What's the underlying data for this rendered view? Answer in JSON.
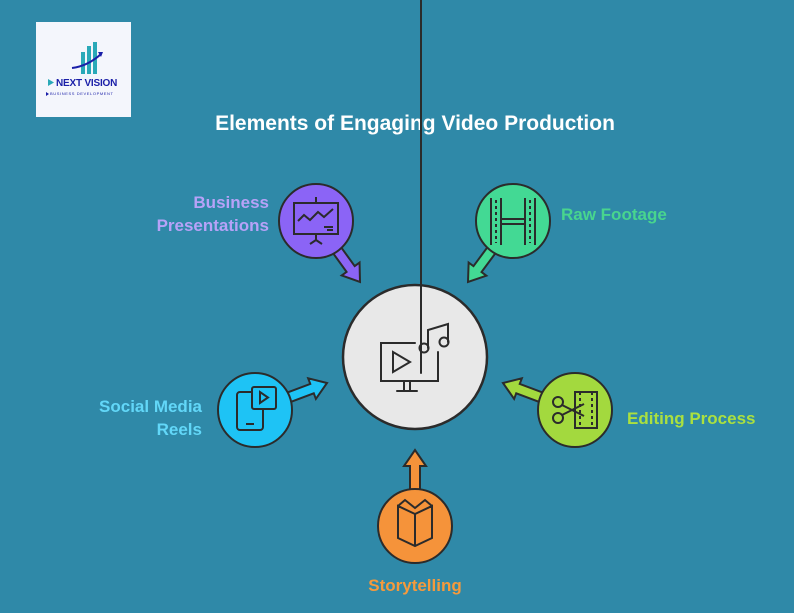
{
  "logo": {
    "name": "NEXT VISION",
    "subtitle": "BUSINESS DEVELOPMENT"
  },
  "title": "Elements of Engaging Video Production",
  "center": {
    "icon": "video-music-monitor-icon"
  },
  "elements": [
    {
      "label_lines": [
        "Business",
        "Presentations"
      ],
      "icon": "presentation-board-icon",
      "color": "#8B64F6",
      "text_color": "#B7A2F8"
    },
    {
      "label_lines": [
        "Raw Footage"
      ],
      "icon": "film-strip-icon",
      "color": "#43D994",
      "text_color": "#48D58E"
    },
    {
      "label_lines": [
        "Social Media",
        "Reels"
      ],
      "icon": "mobile-video-icon",
      "color": "#1EC3F5",
      "text_color": "#62D7F8"
    },
    {
      "label_lines": [
        "Editing Process"
      ],
      "icon": "scissors-film-icon",
      "color": "#A3D93E",
      "text_color": "#ABE03F"
    },
    {
      "label_lines": [
        "Storytelling"
      ],
      "icon": "open-book-icon",
      "color": "#F5933A",
      "text_color": "#F59A3C"
    }
  ]
}
